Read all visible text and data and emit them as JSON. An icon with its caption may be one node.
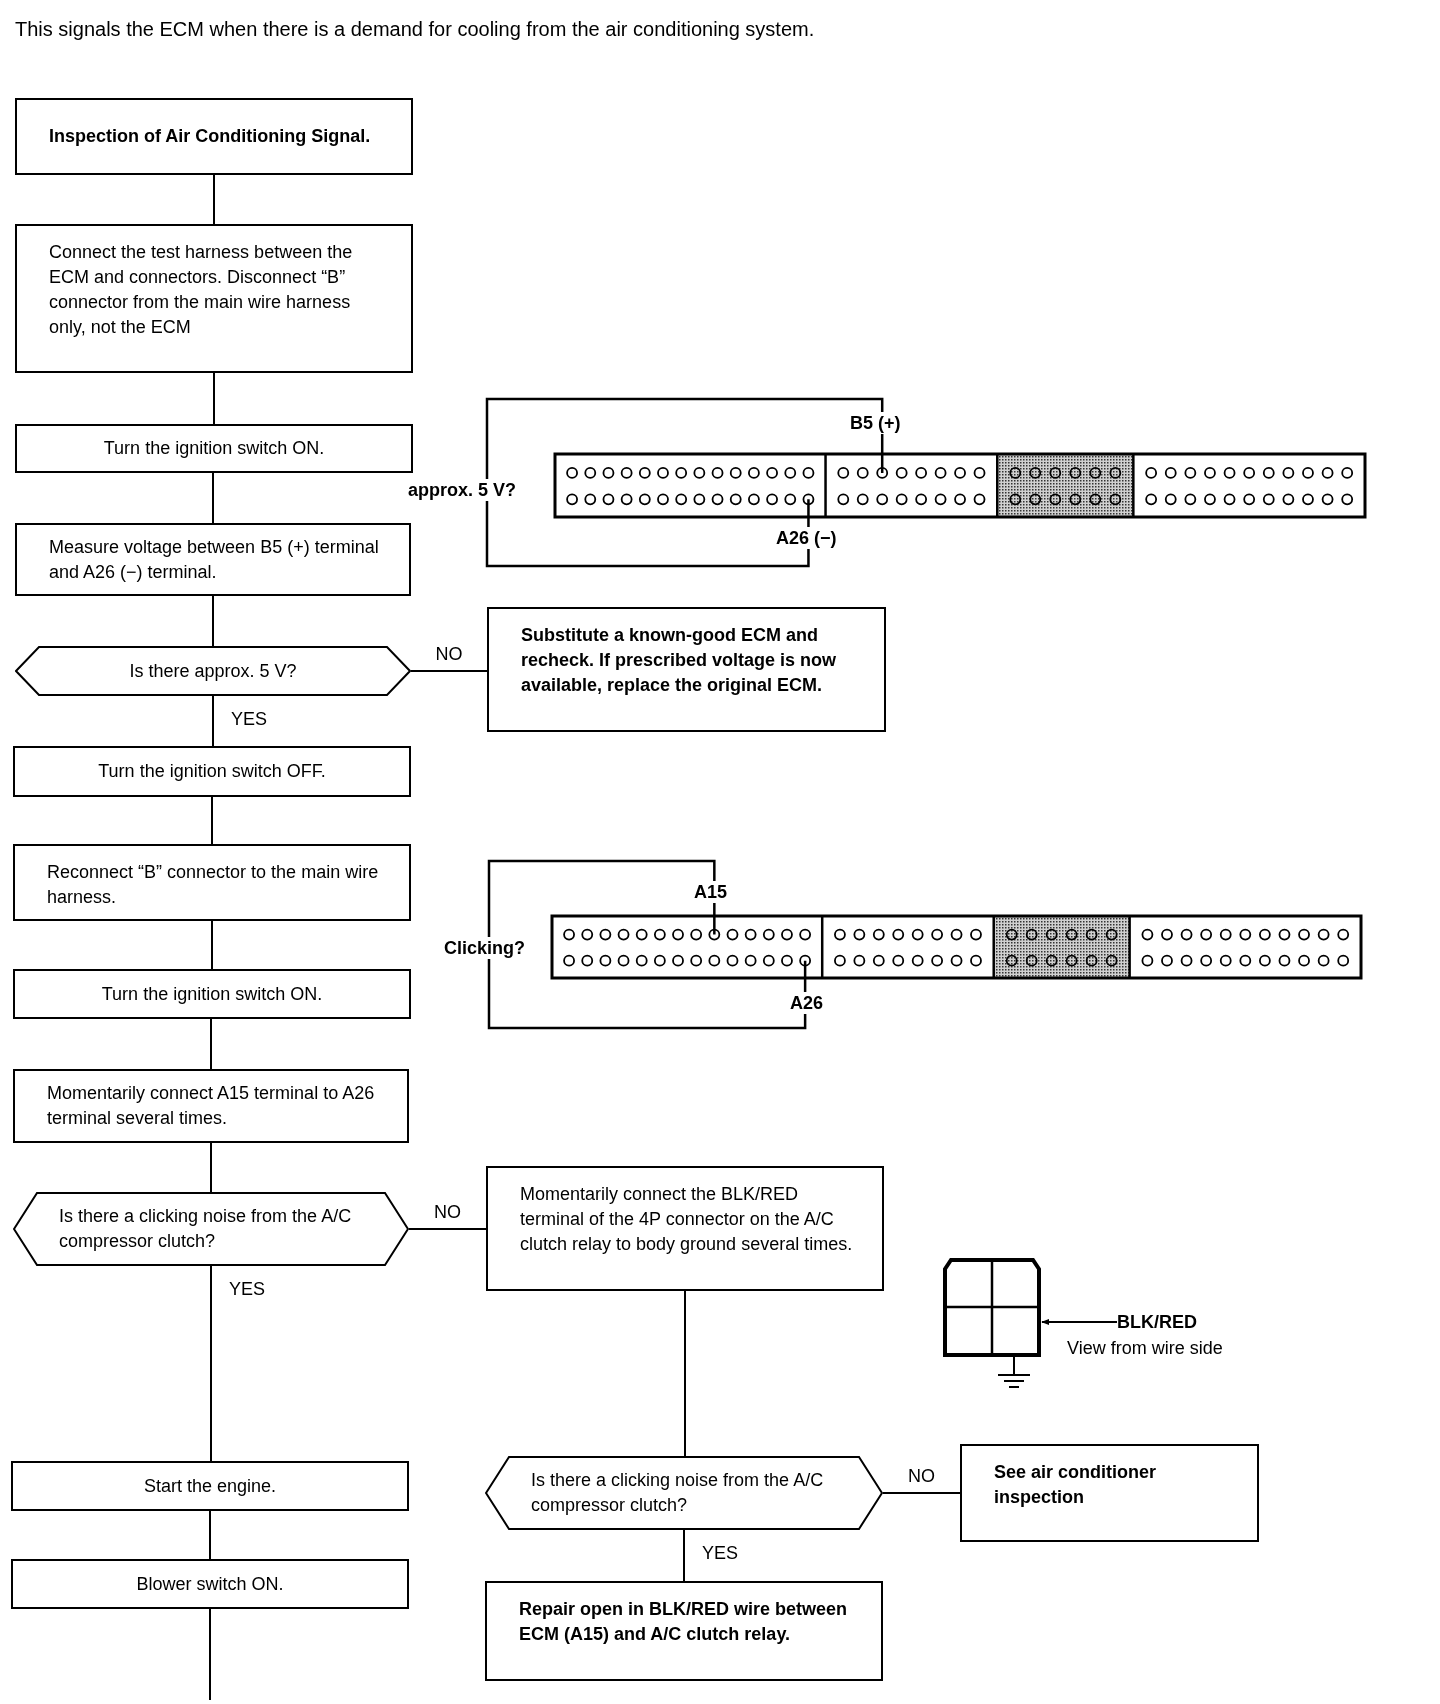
{
  "diagram": {
    "title": "This signals the ECM when there is a demand for cooling from the air conditioning system.",
    "nodes": [
      {
        "text": [
          "Inspection of Air Conditioning Signal."
        ]
      },
      {
        "text": [
          "Connect the test harness between the ECM and connectors. Disconnect “B” connector from the main wire harness only, not the ECM"
        ]
      },
      {
        "text": [
          "Turn the ignition switch ON."
        ]
      },
      {
        "text": [
          "Measure voltage between B5 (+) terminal and A26 (−) terminal."
        ]
      },
      {
        "text": [
          "Is there approx. 5 V?"
        ]
      },
      {
        "text": [
          "Substitute a known-good ECM and recheck. If prescribed voltage is now available, replace the original ECM."
        ]
      },
      {
        "text": [
          "Turn the ignition switch OFF."
        ]
      },
      {
        "text": [
          "Reconnect “B” connector to the main wire harness."
        ]
      },
      {
        "text": [
          "Turn the ignition switch ON."
        ]
      },
      {
        "text": [
          "Momentarily connect A15 terminal to A26 terminal several times."
        ]
      },
      {
        "text": [
          "Is there a clicking noise from the A/C compressor clutch?"
        ]
      },
      {
        "text": [
          "Momentarily connect the BLK/RED terminal of the 4P connector on the A/C clutch relay to body ground several times."
        ]
      },
      {
        "text": [
          "Start the engine."
        ]
      },
      {
        "text": [
          "Blower switch ON."
        ]
      },
      {
        "text": [
          "Is there a clicking noise from the A/C compressor clutch?"
        ]
      },
      {
        "text": [
          "See air conditioner inspection"
        ]
      },
      {
        "text": [
          "Repair open in BLK/RED wire between ECM (A15) and A/C clutch relay."
        ]
      },
      {
        "text": [
          "BLK/RED"
        ]
      },
      {
        "text": [],
        "shape": "picture"
      }
    ],
    "edges": [
      {
        "from": 0,
        "to": 1,
        "arrow": "none"
      },
      {
        "from": 1,
        "to": 2,
        "arrow": "none"
      },
      {
        "from": 2,
        "to": 3,
        "arrow": "none"
      },
      {
        "from": 3,
        "to": 4,
        "arrow": "none"
      },
      {
        "from": 4,
        "to": 5,
        "arrow": "none",
        "label": "NO"
      },
      {
        "from": 4,
        "to": 6,
        "arrow": "none",
        "label": "YES"
      },
      {
        "from": 6,
        "to": 7,
        "arrow": "none"
      },
      {
        "from": 7,
        "to": 8,
        "arrow": "none"
      },
      {
        "from": 8,
        "to": 9,
        "arrow": "none"
      },
      {
        "from": 9,
        "to": 10,
        "arrow": "none"
      },
      {
        "from": 10,
        "to": 11,
        "arrow": "none",
        "label": "NO"
      },
      {
        "from": 10,
        "to": 12,
        "arrow": "none",
        "label": "YES"
      },
      {
        "from": 11,
        "to": 14,
        "arrow": "none"
      },
      {
        "from": 14,
        "to": 15,
        "arrow": "none",
        "label": "NO"
      },
      {
        "from": 14,
        "to": 16,
        "arrow": "none",
        "label": "YES"
      },
      {
        "from": 12,
        "to": 13,
        "arrow": "none"
      },
      {
        "from": 13,
        "to": null,
        "arrow": "none"
      },
      {
        "from": 17,
        "to": 18,
        "arrow": "to"
      }
    ],
    "labels": [
      "approx. 5 V?",
      "B5 (+)",
      "A26 (−)",
      "A15",
      "Clicking?",
      "A26",
      "View from wire side"
    ]
  }
}
